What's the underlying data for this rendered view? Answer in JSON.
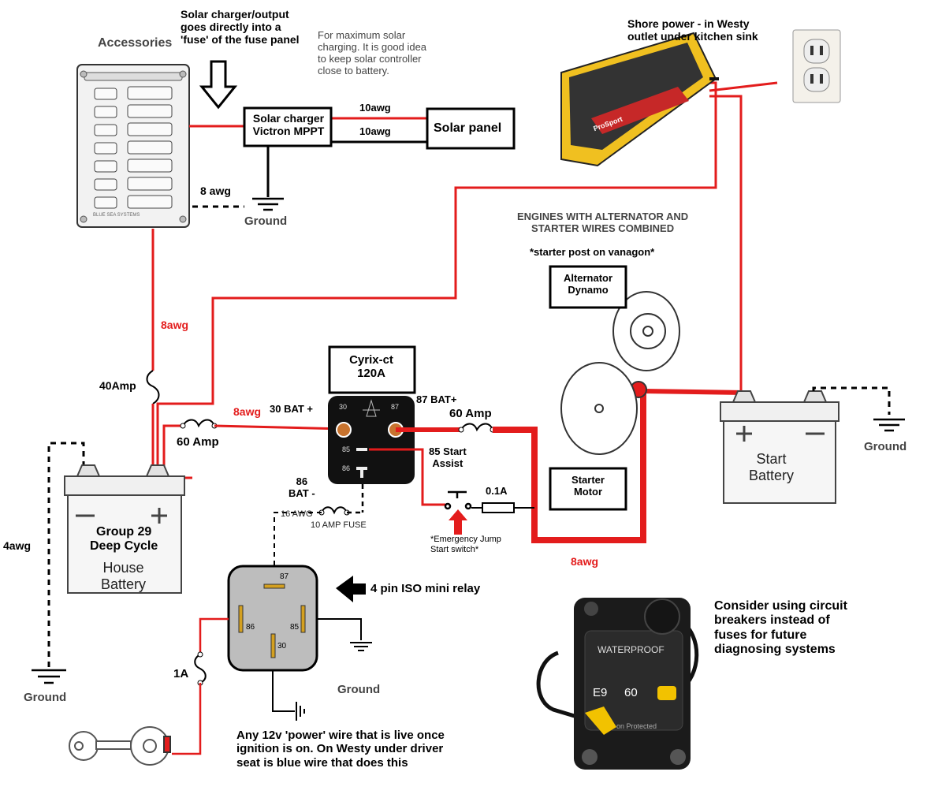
{
  "notes": {
    "solar_fuse_note": "Solar charger/output\ngoes directly into a\n'fuse' of the fuse panel",
    "solar_distance_note": "For maximum solar\ncharging. It is good idea\nto keep solar controller\nclose to battery.",
    "shore_power_note": "Shore power - in Westy\noutlet under kitchen sink",
    "engine_heading": "ENGINES WITH ALTERNATOR AND\nSTARTER WIRES COMBINED",
    "engine_subnote": "*starter post on vanagon*",
    "relay_note": "4 pin ISO mini relay",
    "ignition_note": "Any 12v 'power' wire that is live once\nignition is on. On Westy under driver\nseat is blue wire that does this",
    "breaker_note": "Consider using circuit\nbreakers instead of\nfuses for future\ndiagnosing systems",
    "emergency_note": "*Emergency Jump\nStart switch*"
  },
  "components": {
    "accessories": "Accessories",
    "fuse_panel_brand": "BLUE SEA SYSTEMS",
    "solar_charger": "Solar charger\nVictron MPPT",
    "solar_panel": "Solar panel",
    "cyrix": "Cyrix-ct\n120A",
    "alternator": "Alternator\nDynamo",
    "starter": "Starter\nMotor",
    "start_battery": "Start\nBattery",
    "house_battery_top": "Group 29\nDeep Cycle",
    "house_battery_bottom": "House\nBattery",
    "charger_brand": "ProSport",
    "breaker_label": "WATERPROOF",
    "breaker_model": "E9",
    "breaker_rating": "60",
    "breaker_sub": "on Protected"
  },
  "labels": {
    "awg10_top": "10awg",
    "awg10_bottom": "10awg",
    "awg8_ground": "8 awg",
    "ground_solar": "Ground",
    "awg8_vertical": "8awg",
    "fuse_40": "40Amp",
    "fuse_60_left": "60 Amp",
    "awg8_bat": "8awg",
    "bat30": "30 BAT +",
    "bat87": "87 BAT+",
    "fuse_60_right": "60 Amp",
    "start_assist": "85 Start\nAssist",
    "fuse_01": "0.1A",
    "bat86": "86\nBAT -",
    "awg16": "16 AWG",
    "fuse_10": "10 AMP FUSE",
    "awg8_bottom": "8awg",
    "awg4": "4awg",
    "ground_left": "Ground",
    "ground_relay": "Ground",
    "ground_right": "Ground",
    "fuse_1a": "1A",
    "cyrix_pin30": "30",
    "cyrix_pin87": "87",
    "cyrix_pin85": "85",
    "cyrix_pin86": "86",
    "relay_pin87": "87",
    "relay_pin86": "86",
    "relay_pin85": "85",
    "relay_pin30": "30"
  }
}
